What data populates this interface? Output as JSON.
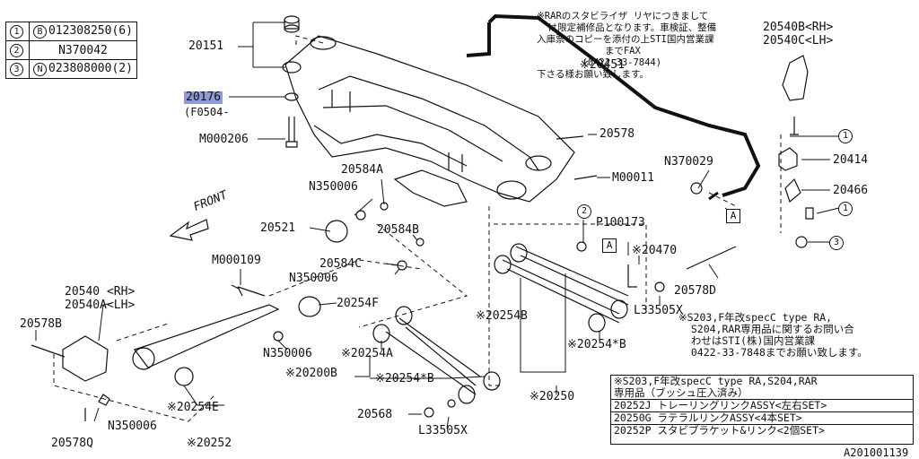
{
  "legend": [
    {
      "num": "1",
      "mark": "B",
      "part": "012308250(6)"
    },
    {
      "num": "2",
      "mark": "",
      "part": "N370042"
    },
    {
      "num": "3",
      "mark": "N",
      "part": "023808000(2)"
    }
  ],
  "labels": {
    "p20151": "20151",
    "p20176": "20176",
    "f0504": "(F0504-",
    "m000206": "M000206",
    "p20584a": "20584A",
    "n350006a": "N350006",
    "p20521": "20521",
    "p20584b": "20584B",
    "p20584c": "20584C",
    "n350006b": "N350006",
    "p20254f": "20254F",
    "m000109": "M000109",
    "p20540rh": "20540 <RH>",
    "p20540alh": "20540A<LH>",
    "p20578b": "20578B",
    "n350006c": "N350006",
    "p20254a": "※20254A",
    "p20200b": "※20200B",
    "p20254sb1": "※20254*B",
    "p20254e": "※20254E",
    "n350006d": "N350006",
    "p20578q": "20578Q",
    "p20252": "※20252",
    "p20568": "20568",
    "l33505x_a": "L33505X",
    "p20250": "※20250",
    "p20254b": "※20254B",
    "p20254sb2": "※20254*B",
    "l33505x_b": "L33505X",
    "p20578d": "20578D",
    "p20470": "※20470",
    "p100173": "P100173",
    "n370029": "N370029",
    "m00011": "M00011",
    "p20578": "20578",
    "p20451": "※20451",
    "p20540b": "20540B<RH>",
    "p20540c": "20540C<LH>",
    "p20414": "20414",
    "p20466": "20466",
    "front": "FRONT",
    "diagram_id": "A201001139",
    "mark_a": "A",
    "c1": "1",
    "c2": "2",
    "c3": "3"
  },
  "notes": {
    "rar_note": "※RARのスタビライザ リヤにつきまして\n  は限定補修品となります。車検証、整備\n入庫票のコピーを添付の上STI国内営業課\n            までFAX\n        (0422-33-7844)\n下さる様お願い致します。",
    "inquiry_note": "※S203,F年改specC type RA,\n  S204,RAR専用品に関するお問い合\n  わせはSTI(株)国内営業課\n  0422-33-7848までお願い致します。"
  },
  "set_box": [
    "※S203,F年改specC type RA,S204,RAR",
    "  専用品（ブッシュ圧入済み）",
    "20252J トレーリングリンクASSY<左右SET>",
    "20250G ラテラルリンクASSY<4本SET>",
    "20252P スタビブラケット&リンク<2個SET>"
  ]
}
